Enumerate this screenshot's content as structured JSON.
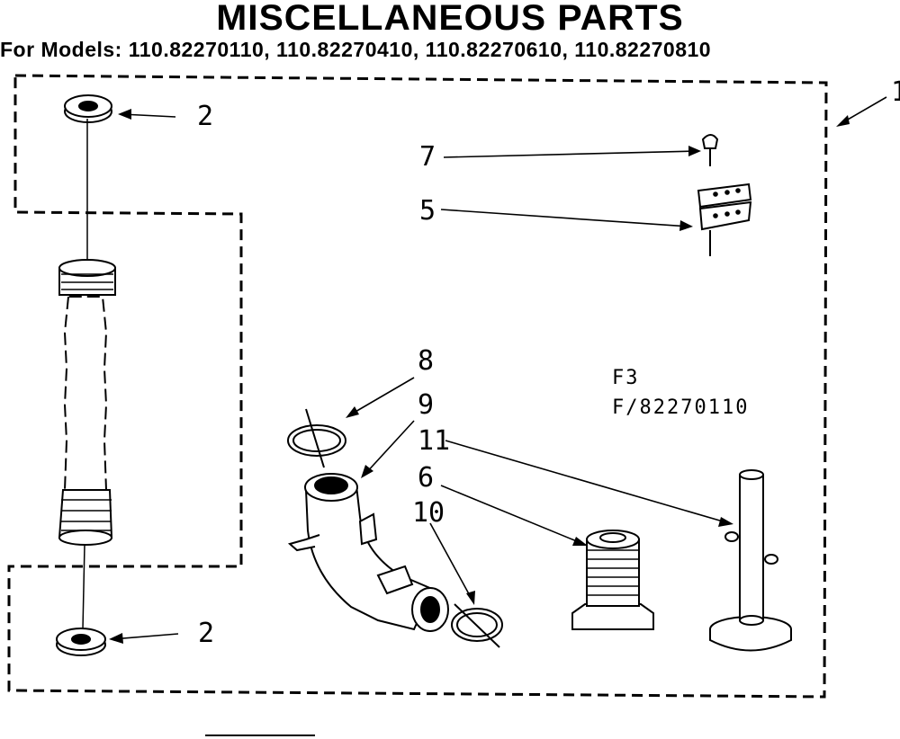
{
  "header": {
    "title": "MISCELLANEOUS PARTS",
    "models": "For Models: 110.82270110, 110.82270410, 110.82270610, 110.82270810"
  },
  "callouts": {
    "c1": "1",
    "c2_top": "2",
    "c2_bottom": "2",
    "c5": "5",
    "c6": "6",
    "c7": "7",
    "c8": "8",
    "c9": "9",
    "c10": "10",
    "c11": "11"
  },
  "codes": {
    "fig": "F3",
    "diagram_id": "F/82270110"
  }
}
